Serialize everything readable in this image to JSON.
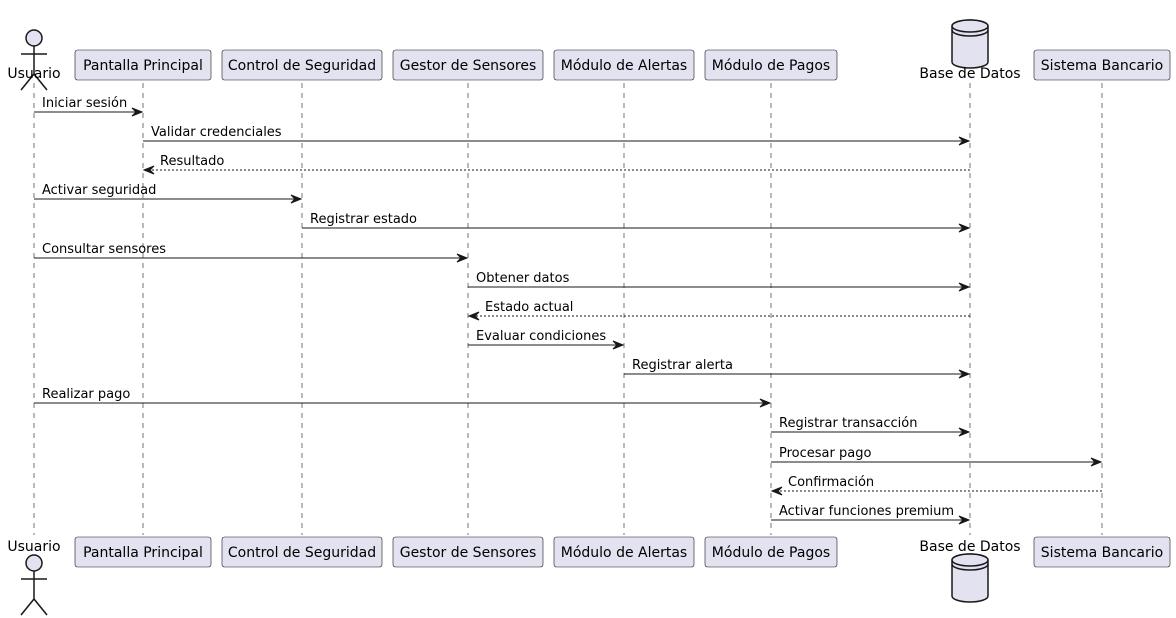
{
  "colors": {
    "participant_fill": "#E2E2F0",
    "participant_border": "#181818",
    "lifeline": "#181818",
    "arrow": "#181818",
    "text": "#000000",
    "background": "#FFFFFF"
  },
  "participants": [
    {
      "id": "usuario",
      "label": "Usuario",
      "kind": "actor"
    },
    {
      "id": "pantalla",
      "label": "Pantalla Principal",
      "kind": "box"
    },
    {
      "id": "control",
      "label": "Control de Seguridad",
      "kind": "box"
    },
    {
      "id": "gestor",
      "label": "Gestor de Sensores",
      "kind": "box"
    },
    {
      "id": "alertas",
      "label": "Módulo de Alertas",
      "kind": "box"
    },
    {
      "id": "pagos",
      "label": "Módulo de Pagos",
      "kind": "box"
    },
    {
      "id": "bd",
      "label": "Base de Datos",
      "kind": "database"
    },
    {
      "id": "banco",
      "label": "Sistema Bancario",
      "kind": "box"
    }
  ],
  "messages": [
    {
      "from": "usuario",
      "to": "pantalla",
      "label": "Iniciar sesión",
      "style": "solid"
    },
    {
      "from": "pantalla",
      "to": "bd",
      "label": "Validar credenciales",
      "style": "solid"
    },
    {
      "from": "bd",
      "to": "pantalla",
      "label": "Resultado",
      "style": "dashed"
    },
    {
      "from": "usuario",
      "to": "control",
      "label": "Activar seguridad",
      "style": "solid"
    },
    {
      "from": "control",
      "to": "bd",
      "label": "Registrar estado",
      "style": "solid"
    },
    {
      "from": "usuario",
      "to": "gestor",
      "label": "Consultar sensores",
      "style": "solid"
    },
    {
      "from": "gestor",
      "to": "bd",
      "label": "Obtener datos",
      "style": "solid"
    },
    {
      "from": "bd",
      "to": "gestor",
      "label": "Estado actual",
      "style": "dashed"
    },
    {
      "from": "gestor",
      "to": "alertas",
      "label": "Evaluar condiciones",
      "style": "solid"
    },
    {
      "from": "alertas",
      "to": "bd",
      "label": "Registrar alerta",
      "style": "solid"
    },
    {
      "from": "usuario",
      "to": "pagos",
      "label": "Realizar pago",
      "style": "solid"
    },
    {
      "from": "pagos",
      "to": "bd",
      "label": "Registrar transacción",
      "style": "solid"
    },
    {
      "from": "pagos",
      "to": "banco",
      "label": "Procesar pago",
      "style": "solid"
    },
    {
      "from": "banco",
      "to": "pagos",
      "label": "Confirmación",
      "style": "dashed"
    },
    {
      "from": "pagos",
      "to": "bd",
      "label": "Activar funciones premium",
      "style": "solid"
    }
  ]
}
